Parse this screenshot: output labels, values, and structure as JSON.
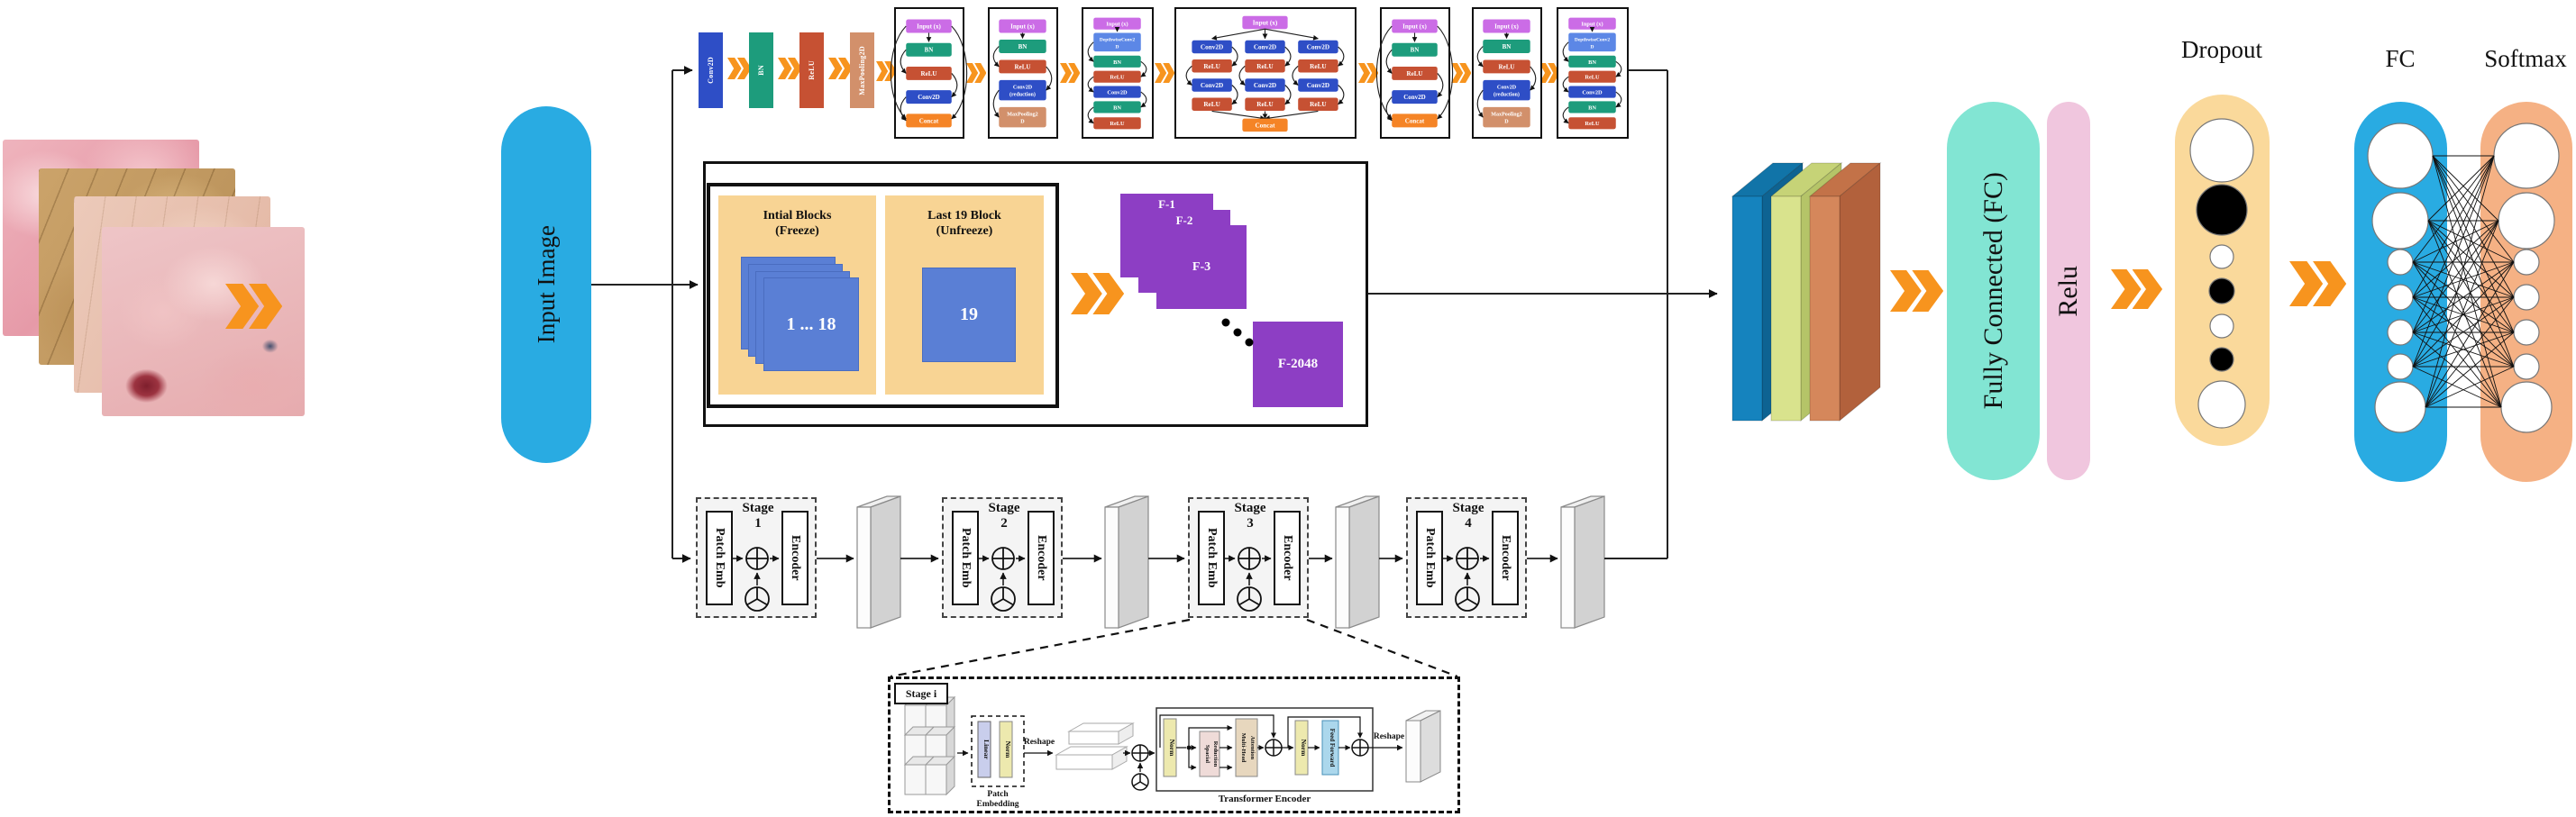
{
  "palette": {
    "arrow_orange": "#F7941E",
    "input_pill_blue": "#29ABE2",
    "layer_input": "#CB6CE6",
    "layer_bn": "#1D9C7C",
    "layer_relu": "#C65133",
    "layer_conv": "#2E4EC6",
    "layer_concat": "#F58426",
    "layer_depthwise": "#5C87E6",
    "layer_maxpool": "#D2906B",
    "panel_tan": "#F8D494",
    "block_blue": "#5A7FD5",
    "feature_purple": "#8D3EC4",
    "slab_blue": "#1583BE",
    "slab_green": "#D9E38D",
    "slab_orange": "#D5875B",
    "fc_teal": "#82E5D3",
    "relu_pink": "#F0C6DE",
    "dropout_tan": "#FAD99B",
    "fc_blue": "#29ABE2",
    "softmax_orange": "#F5B184",
    "te_norm": "#EDE9AE",
    "te_sr": "#EFDBD8",
    "te_mha": "#E7D7BE",
    "te_ff": "#ABD7EC",
    "te_linear": "#C9CEEC"
  },
  "input_pill": {
    "label": "Input Image"
  },
  "cnn_branch": {
    "stem": [
      "Conv2D",
      "BN",
      "ReLU",
      "MaxPooling2D"
    ],
    "blocks": [
      {
        "type": "dense",
        "layers": [
          "Input (x)",
          "BN",
          "ReLU",
          "Conv2D",
          "Concat"
        ]
      },
      {
        "type": "transition",
        "layers": [
          "Input (x)",
          "BN",
          "ReLU",
          "Conv2D (reduction)",
          "MaxPooling2D"
        ]
      },
      {
        "type": "depthwise",
        "layers": [
          "Input (x)",
          "DepthwiseConv2D",
          "BN",
          "ReLU",
          "Conv2D",
          "BN",
          "ReLU"
        ]
      },
      {
        "type": "inception",
        "input": "Input (x)",
        "column_layers": [
          "Conv2D",
          "ReLU",
          "Conv2D",
          "ReLU"
        ],
        "columns": 3,
        "output": "Concat"
      },
      {
        "type": "dense",
        "layers": [
          "Input (x)",
          "BN",
          "ReLU",
          "Conv2D",
          "Concat"
        ]
      },
      {
        "type": "transition",
        "layers": [
          "Input (x)",
          "BN",
          "ReLU",
          "Conv2D (reduction)",
          "MaxPooling2D"
        ]
      },
      {
        "type": "depthwise",
        "layers": [
          "Input (x)",
          "DepthwiseConv2D",
          "BN",
          "ReLU",
          "Conv2D",
          "BN",
          "ReLU"
        ]
      }
    ]
  },
  "freeze_branch": {
    "panel1": {
      "title_line1": "Intial Blocks",
      "title_line2": "(Freeze)",
      "stack_label": "1 ... 18"
    },
    "panel2": {
      "title_line1": "Last 19 Block",
      "title_line2": "(Unfreeze)",
      "block_label": "19"
    },
    "feature_maps": {
      "f1": "F-1",
      "f2": "F-2",
      "f3": "F-3",
      "flast": "F-2048"
    }
  },
  "transformer_branch": {
    "patch_label": "Patch Emb",
    "encoder_label": "Encoder",
    "stage_word": "Stage",
    "stage_nums": [
      "1",
      "2",
      "3",
      "4"
    ],
    "detail": {
      "tag": "Stage i",
      "patch_embedding": {
        "linear": "Linear",
        "norm": "Norm",
        "caption_line1": "Patch",
        "caption_line2": "Embedding"
      },
      "reshape_in": "Reshape",
      "encoder": {
        "caption": "Transformer Encoder",
        "norm1": "Norm",
        "sr_line1": "Spacial",
        "sr_line2": "Reduction",
        "mha_line1": "Multi-Head",
        "mha_line2": "Attention",
        "norm2": "Norm",
        "ff": "Feed Forward"
      },
      "reshape_out": "Reshape"
    }
  },
  "head": {
    "fc_pill": "Fully Connected (FC)",
    "relu_pill": "Relu",
    "dropout": {
      "label": "Dropout",
      "neurons": [
        {
          "r": 35,
          "fill": "#ffffff"
        },
        {
          "r": 28,
          "fill": "#000000"
        },
        {
          "r": 13,
          "fill": "#ffffff"
        },
        {
          "r": 14,
          "fill": "#000000"
        },
        {
          "r": 13,
          "fill": "#ffffff"
        },
        {
          "r": 13,
          "fill": "#000000"
        },
        {
          "r": 26,
          "fill": "#ffffff"
        }
      ]
    },
    "fc_layer": {
      "label": "FC",
      "neuron_radii": [
        36,
        31,
        14,
        14,
        14,
        14,
        28
      ]
    },
    "softmax_layer": {
      "label": "Softmax",
      "neuron_radii": [
        36,
        31,
        14,
        14,
        14,
        14,
        28
      ]
    }
  }
}
